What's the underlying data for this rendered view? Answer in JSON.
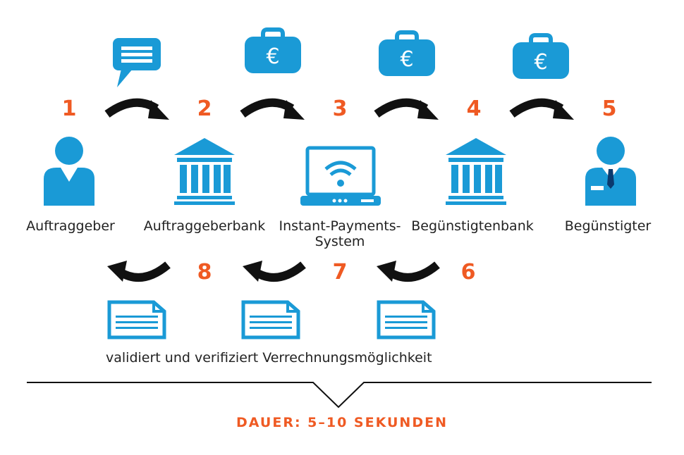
{
  "colors": {
    "blue": "#1a9ad6",
    "orange": "#ef5a23",
    "arrow": "#111111",
    "text": "#222222"
  },
  "steps_top": [
    "1",
    "2",
    "3",
    "4",
    "5"
  ],
  "steps_bottom": [
    "8",
    "7",
    "6"
  ],
  "actors": [
    {
      "label": "Auftraggeber",
      "icon": "person-icon"
    },
    {
      "label": "Auftraggeberbank",
      "icon": "bank-icon"
    },
    {
      "label": "Instant-Payments-",
      "label2": "System",
      "icon": "laptop-wifi-icon"
    },
    {
      "label": "Begünstigtenbank",
      "icon": "bank-icon"
    },
    {
      "label": "Begünstigter",
      "icon": "person-tie-icon"
    }
  ],
  "top_icons": [
    "message-bubble-icon",
    "euro-bag-icon",
    "euro-bag-icon",
    "euro-bag-icon"
  ],
  "bottom_text": "validiert und verifiziert Verrechnungsmöglichkeit",
  "duration": "DAUER: 5–10 SEKUNDEN"
}
